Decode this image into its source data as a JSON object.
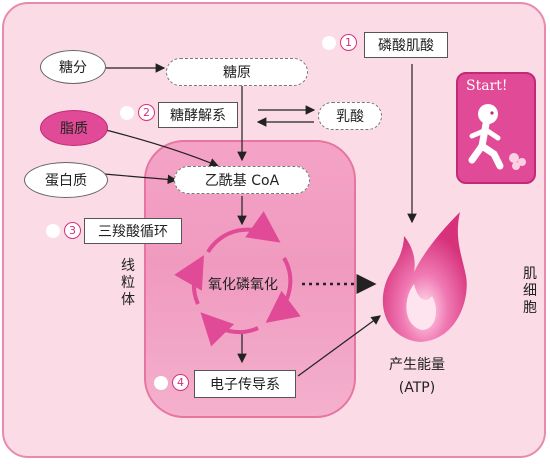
{
  "inputs": {
    "sugar": "糖分",
    "lipid": "脂质",
    "protein": "蛋白质"
  },
  "glycogen": "糖原",
  "steps": [
    {
      "number": "1",
      "label": "磷酸肌酸"
    },
    {
      "number": "2",
      "label": "糖酵解系"
    },
    {
      "number": "3",
      "label": "三羧酸循环"
    },
    {
      "number": "4",
      "label": "电子传导系"
    }
  ],
  "lactate": "乳酸",
  "acetyl_coa": "乙酰基 CoA",
  "oxphos": "氧化磷氧化",
  "mitochondria": [
    "线",
    "粒",
    "体"
  ],
  "muscle_cell": [
    "肌",
    "细",
    "胞"
  ],
  "energy_line1": "产生能量",
  "energy_line2": "(ATP)",
  "start_text": "Start!",
  "colors": {
    "cell_bg": "#fadbe6",
    "accent": "#e04a96",
    "mito": "#f09abf"
  },
  "icons": {
    "runner": "running-person-icon",
    "flame": "energy-flame-icon"
  }
}
